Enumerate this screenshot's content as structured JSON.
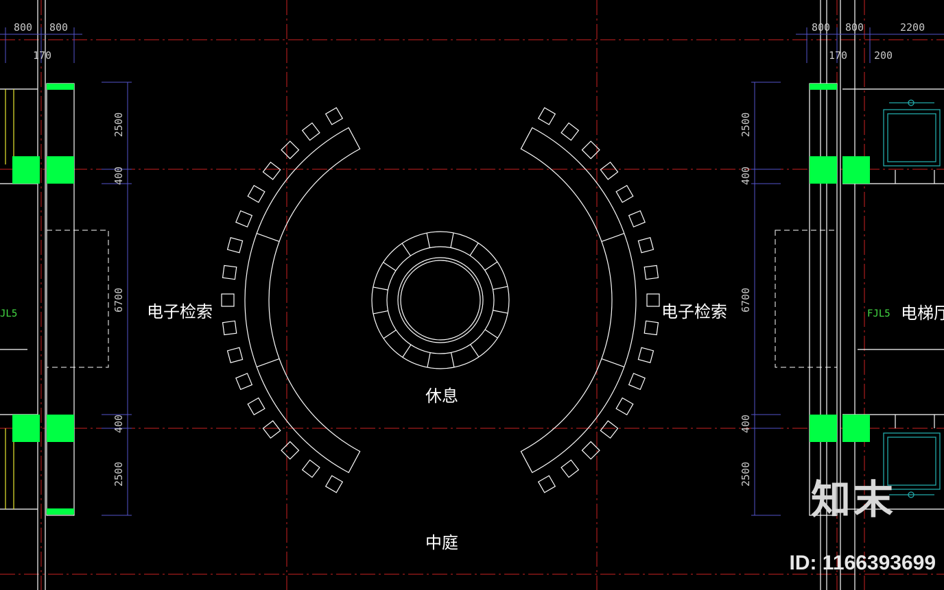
{
  "dimensions": {
    "top_left": [
      "800",
      "800",
      "170"
    ],
    "top_right": [
      "800",
      "800",
      "2200",
      "170",
      "200"
    ],
    "vertical_left": [
      "2500",
      "400",
      "6700",
      "400",
      "2500"
    ],
    "vertical_right": [
      "2500",
      "400",
      "6700",
      "400",
      "2500"
    ]
  },
  "rooms": {
    "left_label": "电子检索",
    "right_label": "电子检索",
    "center_label": "休息",
    "bottom_label": "中庭",
    "elevator_label": "电梯厅"
  },
  "tags": {
    "left_tag": "JL5",
    "right_tag": "FJL5"
  },
  "watermark": {
    "brand": "知末",
    "id": "ID: 1166393699"
  },
  "colors": {
    "background": "#000000",
    "axis": "#cc2222",
    "wall": "#ffffff",
    "dimension": "#5555cc",
    "column": "#00ff44",
    "elevator": "#22aaaa",
    "yellow": "#e8e830"
  }
}
